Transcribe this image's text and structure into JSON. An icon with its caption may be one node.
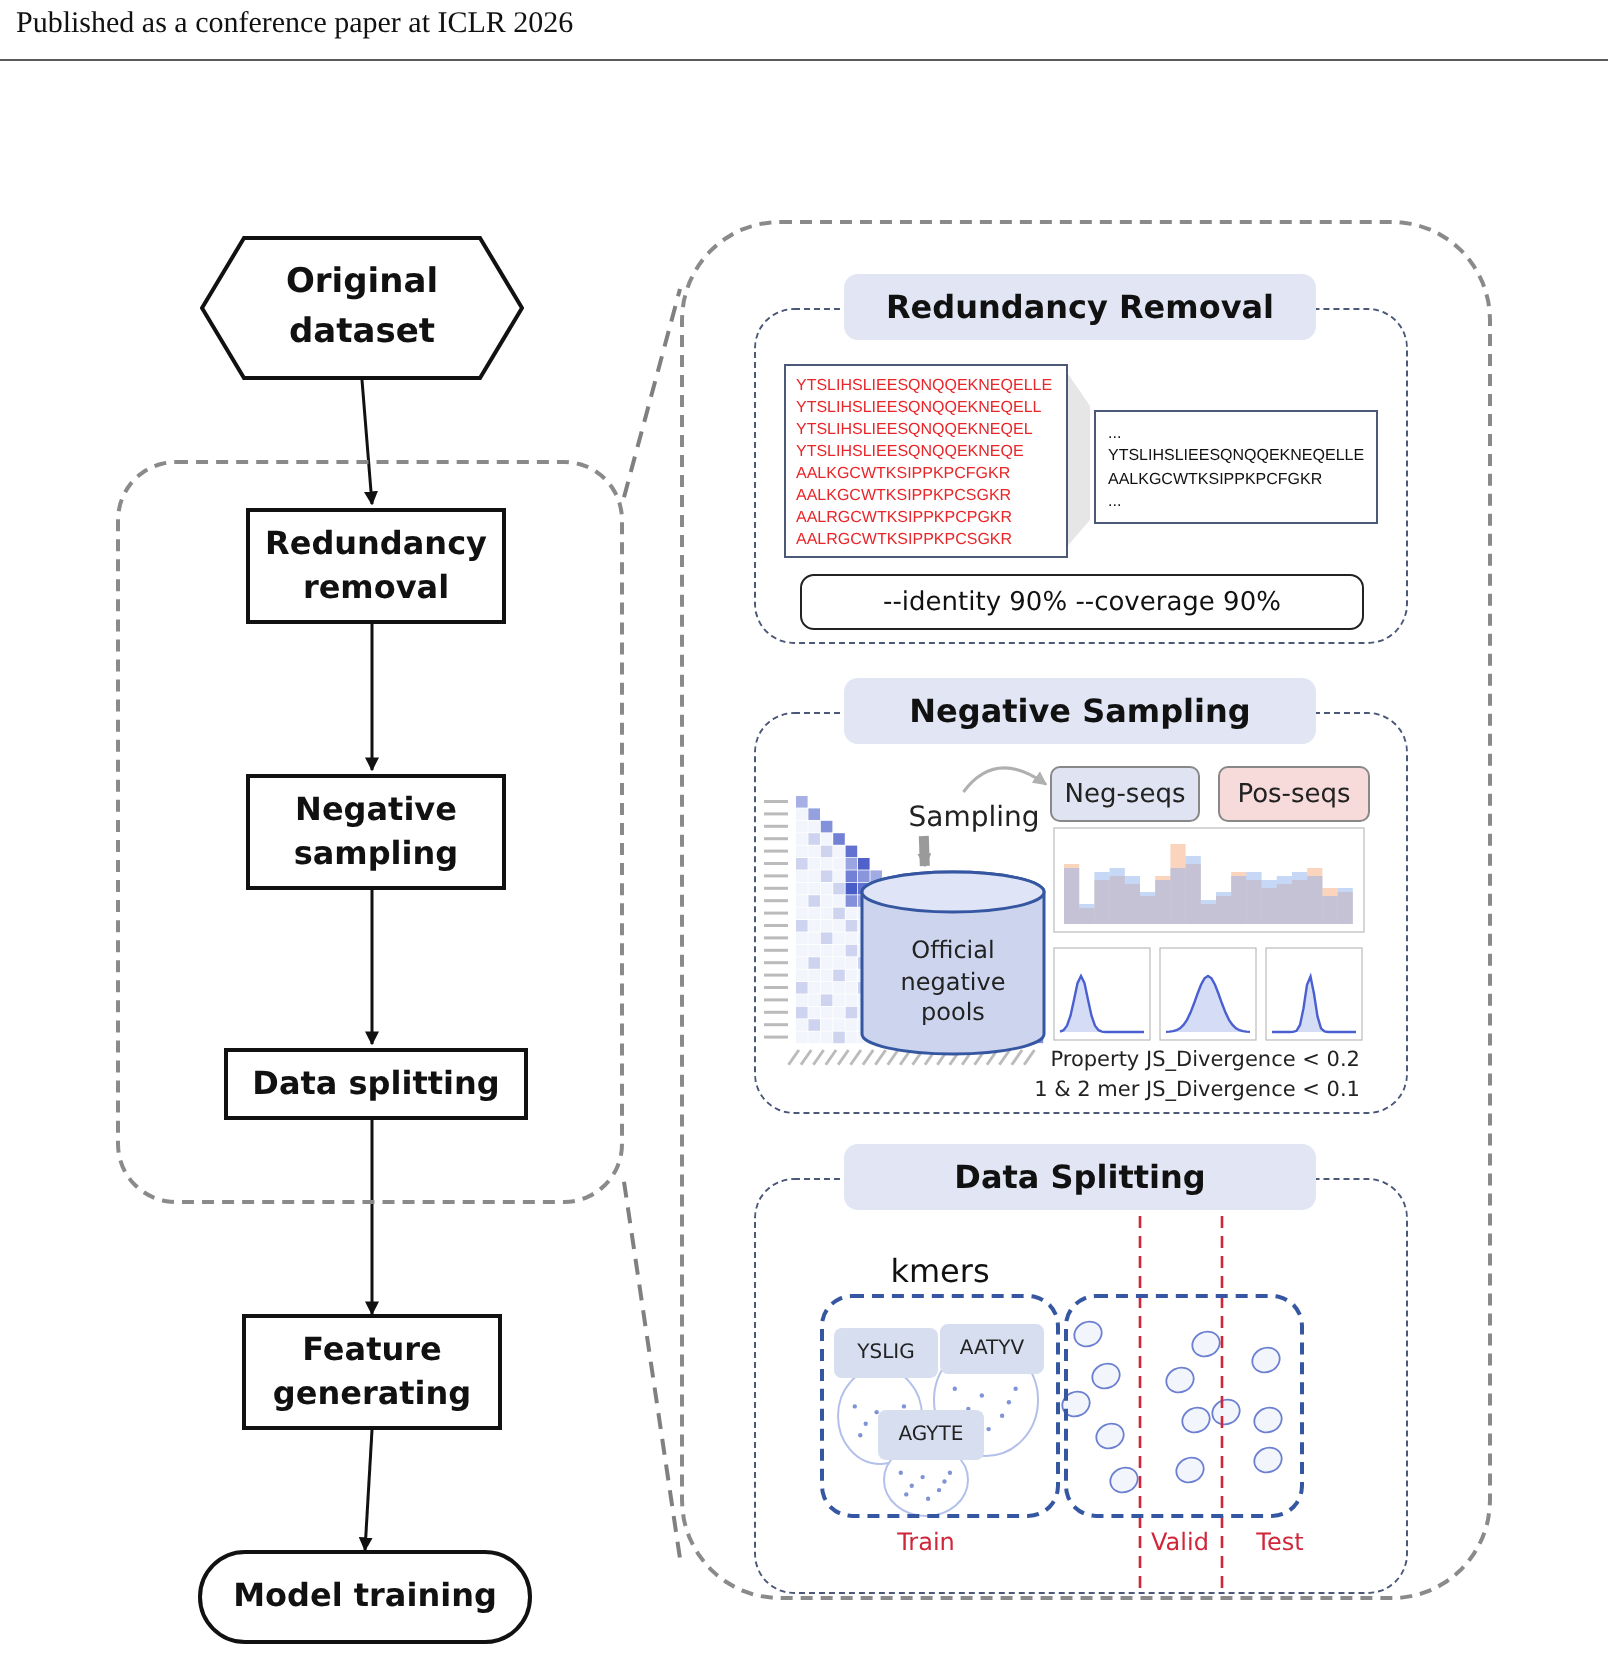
{
  "diagram": {
    "nodes": [
      {
        "text": [
          "Original dataset"
        ]
      },
      {
        "text": [],
        "shape": "box"
      },
      {
        "text": [
          "Redundancy removal"
        ],
        "in": 1
      },
      {
        "text": [
          "Negative sampling"
        ],
        "in": 1
      },
      {
        "text": [
          "Data splitting"
        ],
        "in": 1
      },
      {
        "text": [
          "Feature generating"
        ]
      },
      {
        "text": [
          "Model training"
        ]
      },
      {
        "text": [],
        "shape": "box"
      },
      {
        "text": [
          "Redundancy Removal"
        ],
        "in": 7
      },
      {
        "text": [
          "YTSLIHSLIEESQNQQEKNEQELLE",
          "YTSLIHSLIEESQNQQEKNEQELL",
          "YTSLIHSLIEESQNQQEKNEQEL",
          "YTSLIHSLIEESQNQQEKNEQE",
          "AALKGCWTKSIPPKPCFGKR",
          "AALKGCWTKSIPPKPCSGKR",
          "AALRGCWTKSIPPKPCPGKR",
          "AALRGCWTKSIPPKPCSGKR"
        ],
        "in": 8
      },
      {
        "text": [
          "...",
          "YTSLIHSLIEESQNQQEKNEQELLE",
          "AALKGCWTKSIPPKPCFGKR",
          "..."
        ],
        "in": 8
      },
      {
        "text": [
          "--identity 90% --coverage 90%"
        ],
        "in": 8
      },
      {
        "text": [
          "Negative Sampling"
        ],
        "in": 7
      },
      {
        "text": [
          "Sampling"
        ],
        "in": 12
      },
      {
        "text": [
          "Official negative pools"
        ],
        "in": 12
      },
      {
        "text": [
          "Neg-seqs"
        ],
        "in": 12
      },
      {
        "text": [
          "Pos-seqs"
        ],
        "in": 12
      },
      {
        "text": [
          "Data Splitting"
        ],
        "in": 7
      },
      {
        "text": [
          "kmers"
        ],
        "in": 17
      },
      {
        "text": [
          "YSLIG"
        ],
        "in": 18
      },
      {
        "text": [
          "AATYV"
        ],
        "in": 18
      },
      {
        "text": [
          "AGYTE"
        ],
        "in": 18
      },
      {
        "text": [],
        "shape": "box",
        "in": 17
      }
    ],
    "edges": [
      {
        "from": 0,
        "to": 2,
        "arrow": "to"
      },
      {
        "from": 2,
        "to": 3,
        "arrow": "to"
      },
      {
        "from": 3,
        "to": 4,
        "arrow": "to"
      },
      {
        "from": 4,
        "to": 5,
        "arrow": "to"
      },
      {
        "from": 5,
        "to": 6,
        "arrow": "to"
      },
      {
        "from": 1,
        "to": 7,
        "arrow": "none",
        "style": "dashed",
        "color": "#808080"
      },
      {
        "from": 1,
        "to": 7,
        "arrow": "none",
        "style": "dashed",
        "color": "#808080"
      },
      {
        "from": 13,
        "to": 14,
        "arrow": "to",
        "style": "thick",
        "color": "#9a9a9a"
      },
      {
        "from": 13,
        "to": 15,
        "arrow": "to",
        "color": "#b0b0b0"
      }
    ],
    "labels": [
      "Published as a conference paper at ICLR 2026",
      "Property JS_Divergence < 0.2",
      "1 & 2 mer JS_Divergence < 0.1",
      "Train",
      "Valid",
      "Test"
    ]
  }
}
